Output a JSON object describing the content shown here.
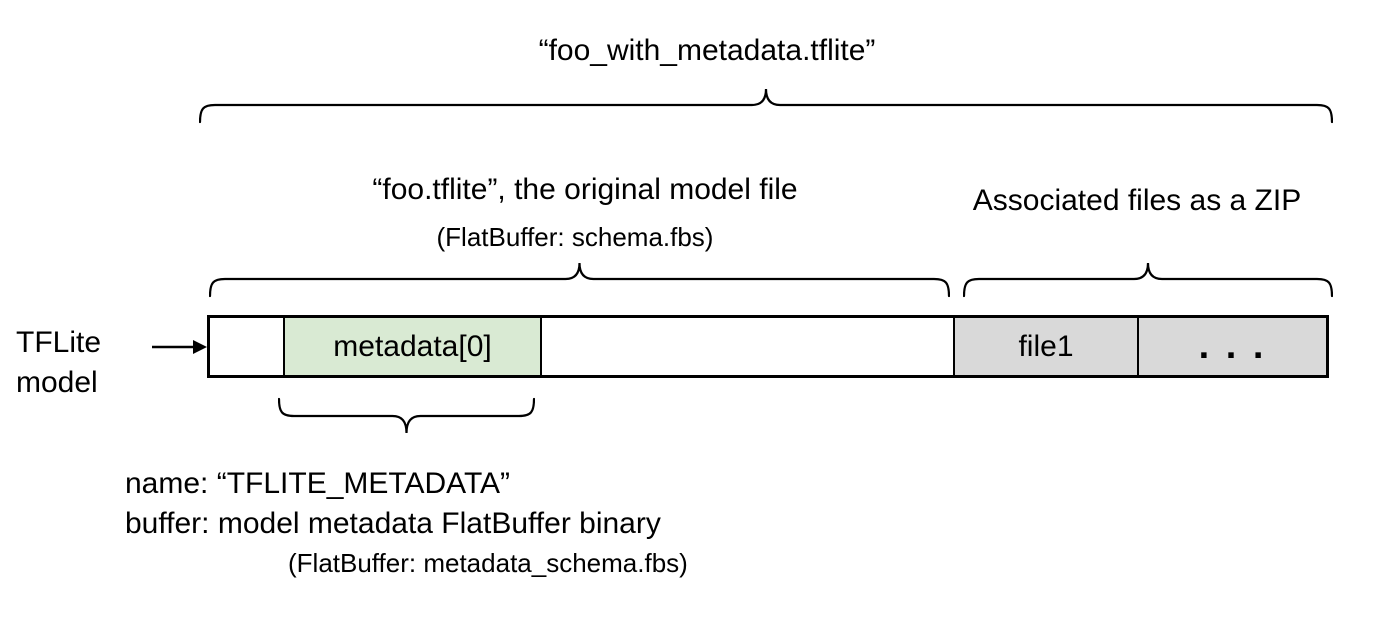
{
  "diagram": {
    "title": "“foo_with_metadata.tflite”",
    "model_file_label": {
      "line1": "“foo.tflite”, the original model file",
      "line2": "(FlatBuffer: schema.fbs)"
    },
    "zip_label": "Associated files as a ZIP",
    "pointer_label": {
      "line1": "TFLite",
      "line2": "model"
    },
    "icons": {
      "pointer_arrow": "arrow-right"
    },
    "bar": {
      "segments": [
        {
          "label": "",
          "type": "empty"
        },
        {
          "label": "metadata[0]",
          "type": "metadata"
        },
        {
          "label": "",
          "type": "empty"
        },
        {
          "label": "file1",
          "type": "file"
        },
        {
          "label": ". . .",
          "type": "file"
        }
      ]
    },
    "metadata_note": {
      "line1": "name: “TFLITE_METADATA”",
      "line2": "buffer: model metadata FlatBuffer binary",
      "line3": "(FlatBuffer: metadata_schema.fbs)"
    },
    "colors": {
      "metadata_fill": "#d9ead3",
      "file_fill": "#d9d9d9",
      "stroke": "#000000",
      "background": "#ffffff"
    }
  }
}
